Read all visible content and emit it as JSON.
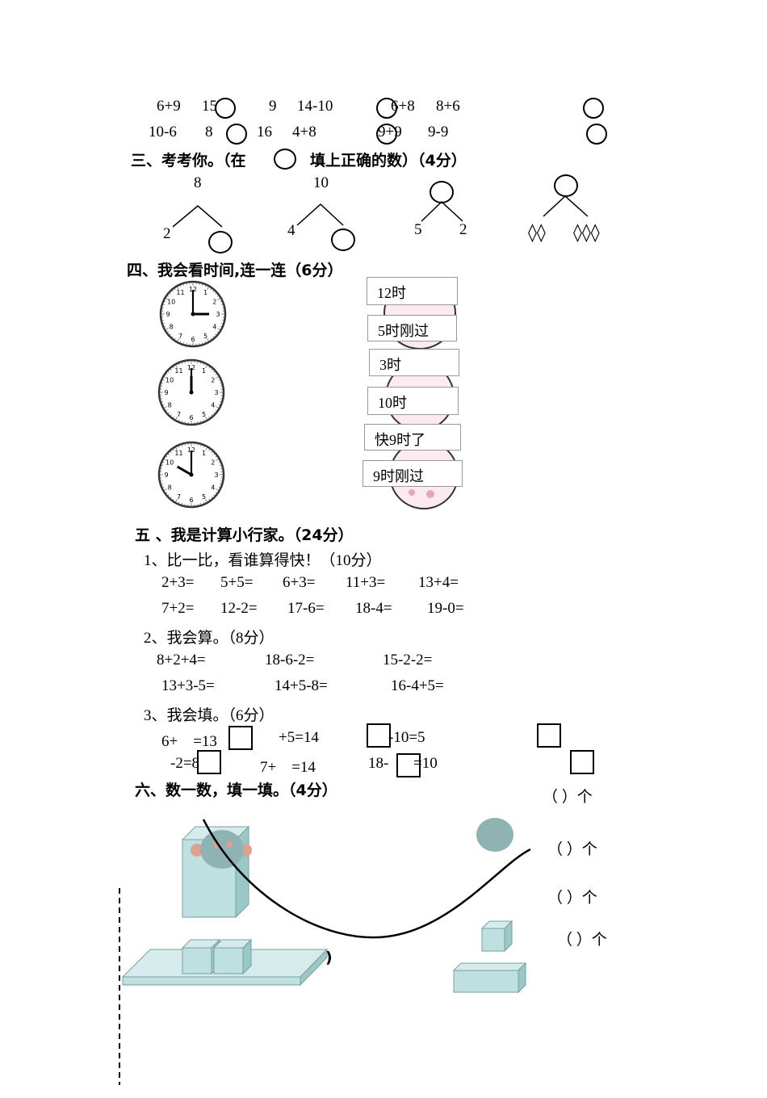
{
  "compare": {
    "row1": {
      "a": "6+9",
      "b": "15",
      "c": "9",
      "d": "14-10",
      "e": "6+8",
      "f": "8+6"
    },
    "row2": {
      "a": "10-6",
      "b": "8",
      "c": "16",
      "d": "4+8",
      "e": "9+9",
      "f": "9-9"
    }
  },
  "sec3": {
    "title_a": "三、考考你。（在",
    "title_b": "填上正确的数）（4分）",
    "trees": [
      {
        "top": "8",
        "left": "2"
      },
      {
        "top": "10",
        "left": "4"
      },
      {
        "left": "5",
        "right": "2"
      }
    ],
    "shapes_left": "◊◊",
    "shapes_right": "◊◊◊"
  },
  "sec4": {
    "title": "四、我会看时间,连一连（6分）",
    "labels": [
      "12时",
      "5时刚过",
      "3时",
      "10时",
      "快9时了",
      "9时刚过"
    ]
  },
  "sec5": {
    "title": "五 、我是计算小行家。（24分）",
    "p1": {
      "title": "1、比一比，看谁算得快！（10分）",
      "row1": [
        "2+3=",
        "5+5=",
        "6+3=",
        "11+3=",
        "13+4="
      ],
      "row2": [
        "7+2=",
        "12-2=",
        "17-6=",
        "18-4=",
        "19-0="
      ]
    },
    "p2": {
      "title": "2、我会算。（8分）",
      "row1": [
        "8+2+4=",
        "18-6-2=",
        "15-2-2="
      ],
      "row2": [
        "13+3-5=",
        "14+5-8=",
        "16-4+5="
      ]
    },
    "p3": {
      "title": "3、我会填。（6分）",
      "row1": [
        "6+　=13",
        "+5=14",
        "-10=5"
      ],
      "row2": [
        "-2=8",
        "7+　=14",
        "18-",
        "=10"
      ]
    }
  },
  "sec6": {
    "title": "六、数一数，填一填。（4分）",
    "counts": [
      "（ ）个",
      "（ ）个",
      "（ ）个",
      "（ ）个"
    ],
    "stray": ")"
  },
  "colors": {
    "cube_fill": "#bfe0e0",
    "cube_side": "#9cc7c7",
    "sphere": "#8fb3b3",
    "ear": "#e0a090"
  }
}
